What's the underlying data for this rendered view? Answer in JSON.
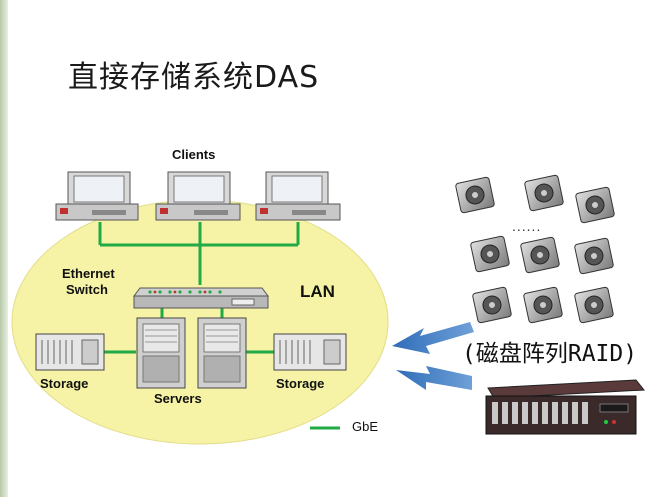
{
  "title": "直接存储系统DAS",
  "diagram": {
    "clients_label": "Clients",
    "switch_label_line1": "Ethernet",
    "switch_label_line2": "Switch",
    "lan_label": "LAN",
    "storage_left_label": "Storage",
    "storage_right_label": "Storage",
    "servers_label": "Servers",
    "legend_label": "GbE"
  },
  "raid": {
    "dots": "......",
    "label": "(磁盘阵列RAID)"
  },
  "colors": {
    "lan_fill": "#f6f3a6",
    "link_green": "#22aa44",
    "arrow_blue": "#3f7fc4",
    "raid_box": "#3a2a2a"
  }
}
